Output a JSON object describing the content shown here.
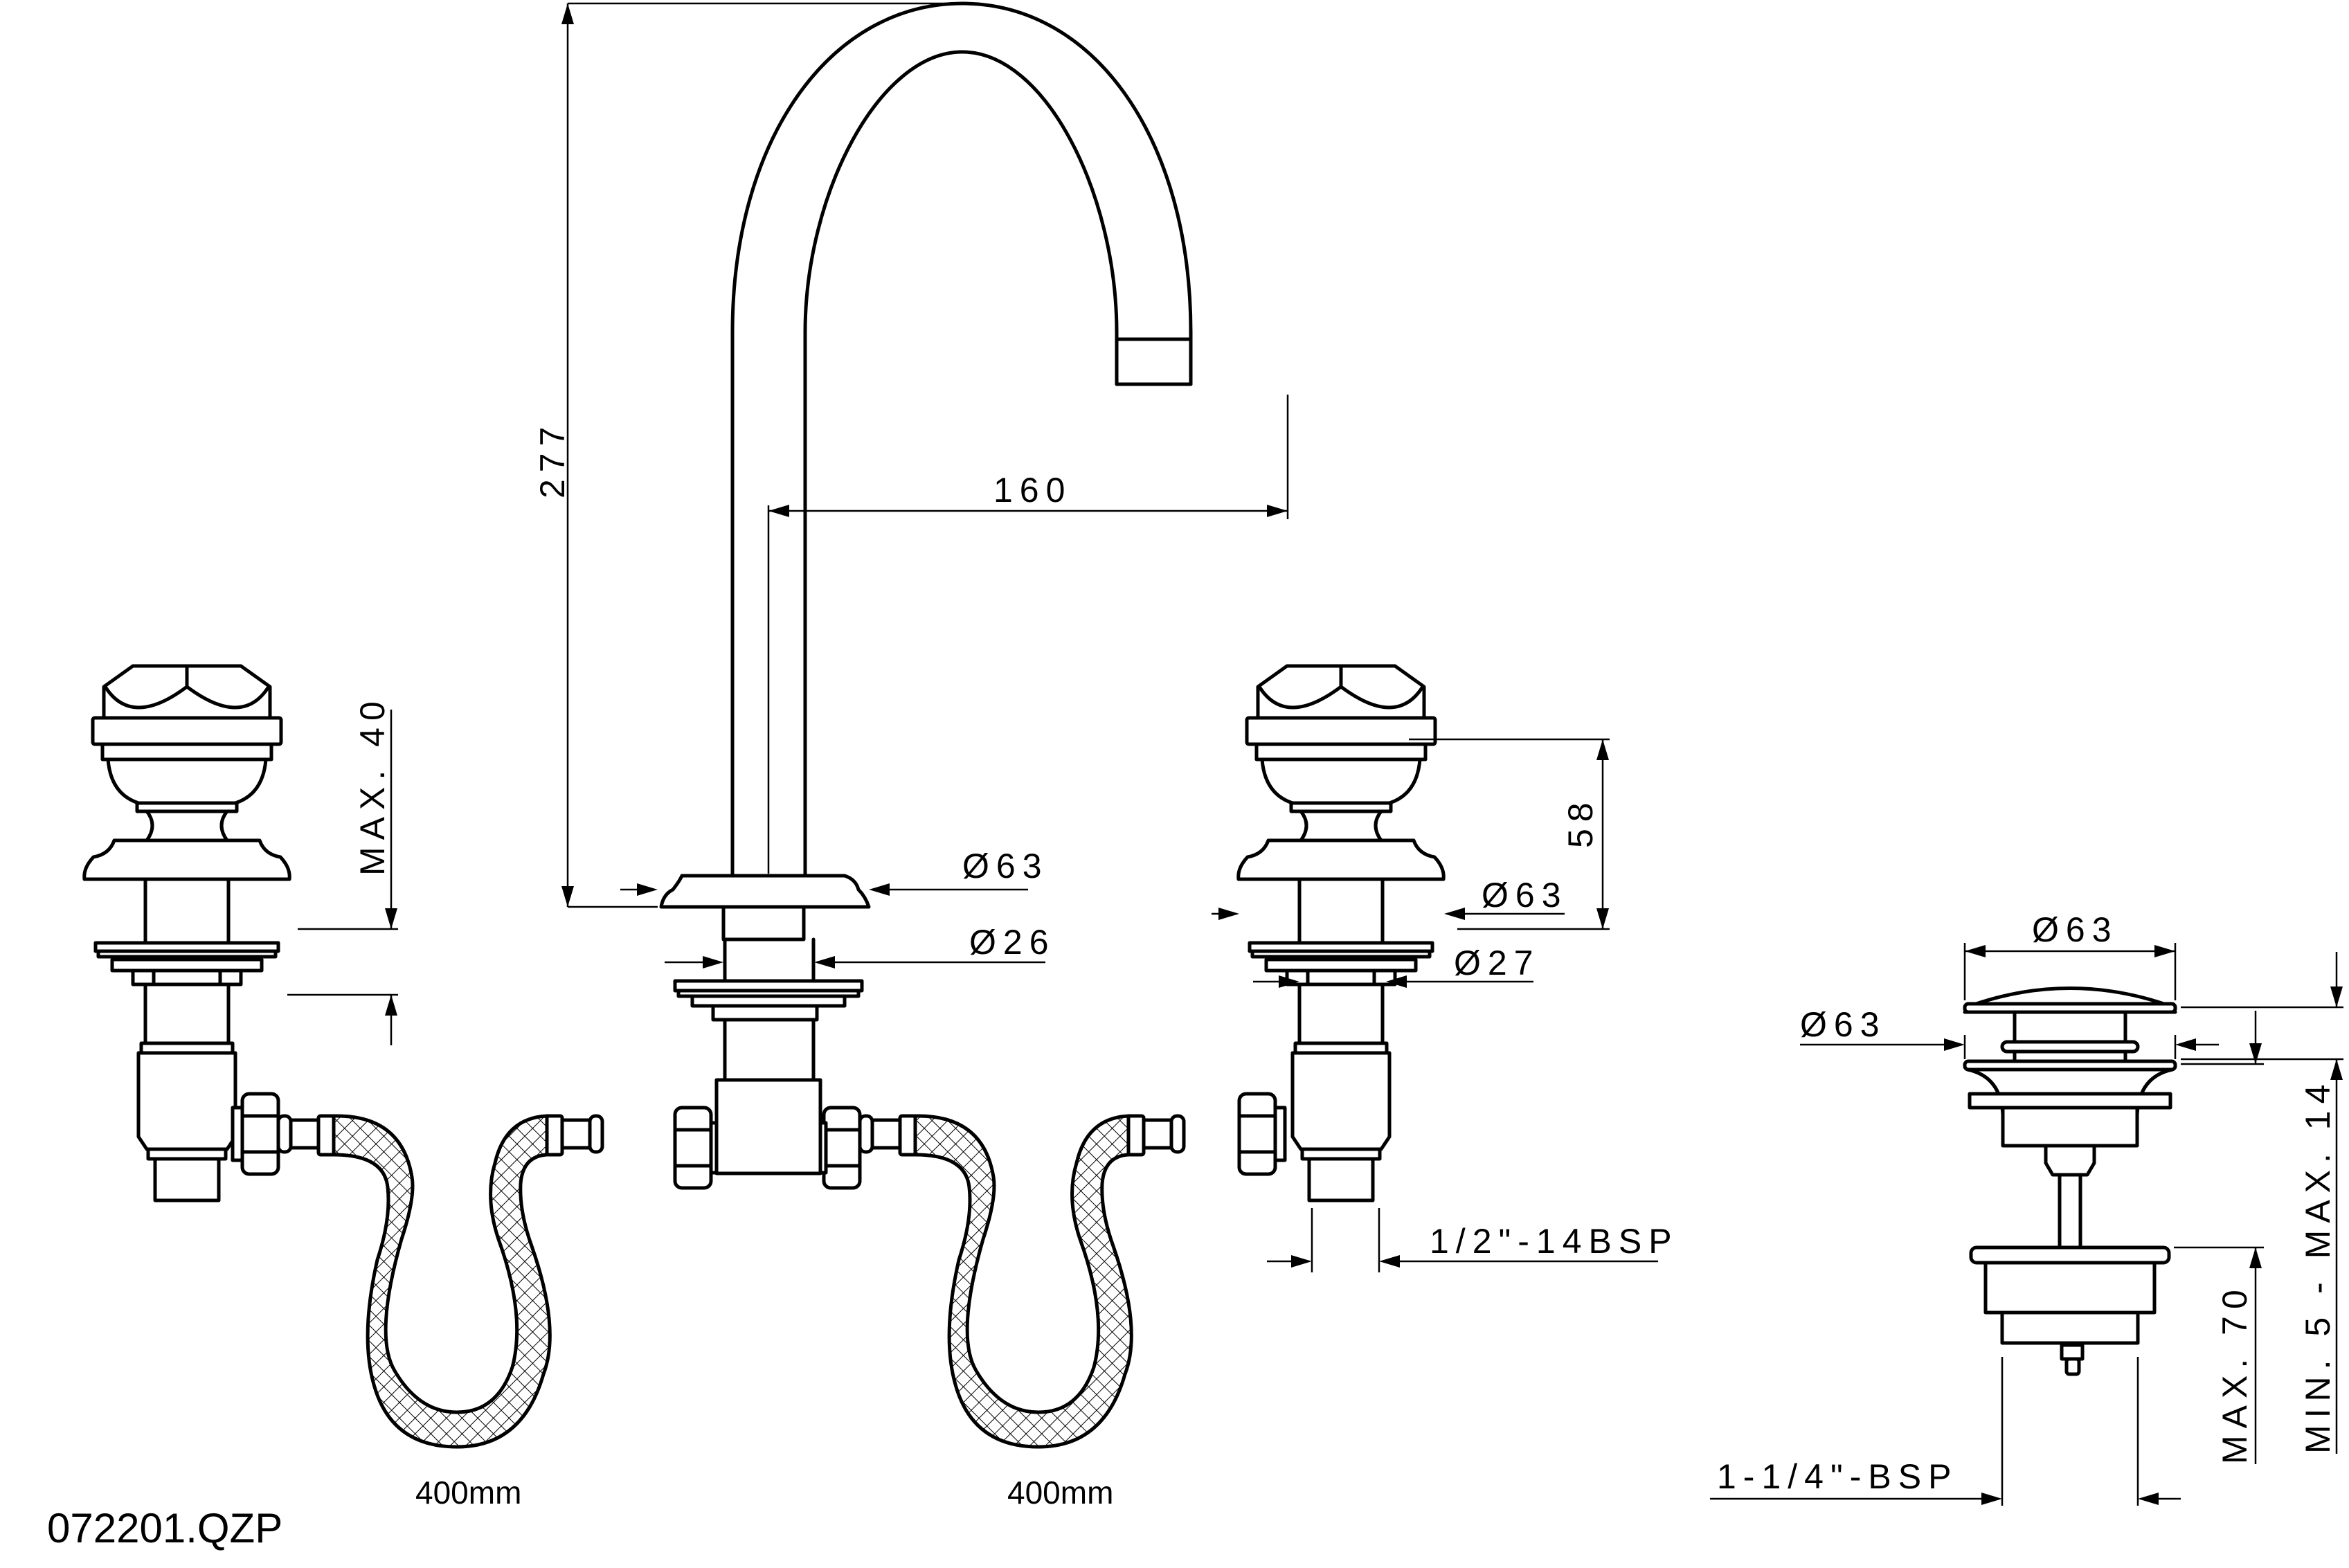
{
  "drawing": {
    "product_code": "072201.QZP",
    "hose_length_left": "400mm",
    "hose_length_right": "400mm",
    "dimensions": {
      "spout_height": "277",
      "spout_reach": "160",
      "spout_base_diameter": "Ø63",
      "spout_shank_diameter": "Ø26",
      "left_handle_max_deck": "MAX. 40",
      "right_handle_height": "58",
      "right_handle_base_diameter": "Ø63",
      "right_handle_shank_diameter": "Ø27",
      "inlet_thread": "1/2\"-14BSP"
    },
    "waste": {
      "cap_diameter": "Ø63",
      "flange_diameter": "Ø63",
      "thread": "1-1/4\"-BSP",
      "max_length": "MAX. 70",
      "basin_thickness": "MIN. 5 - MAX. 14"
    },
    "colors": {
      "line": "#000000",
      "background": "#ffffff"
    }
  }
}
